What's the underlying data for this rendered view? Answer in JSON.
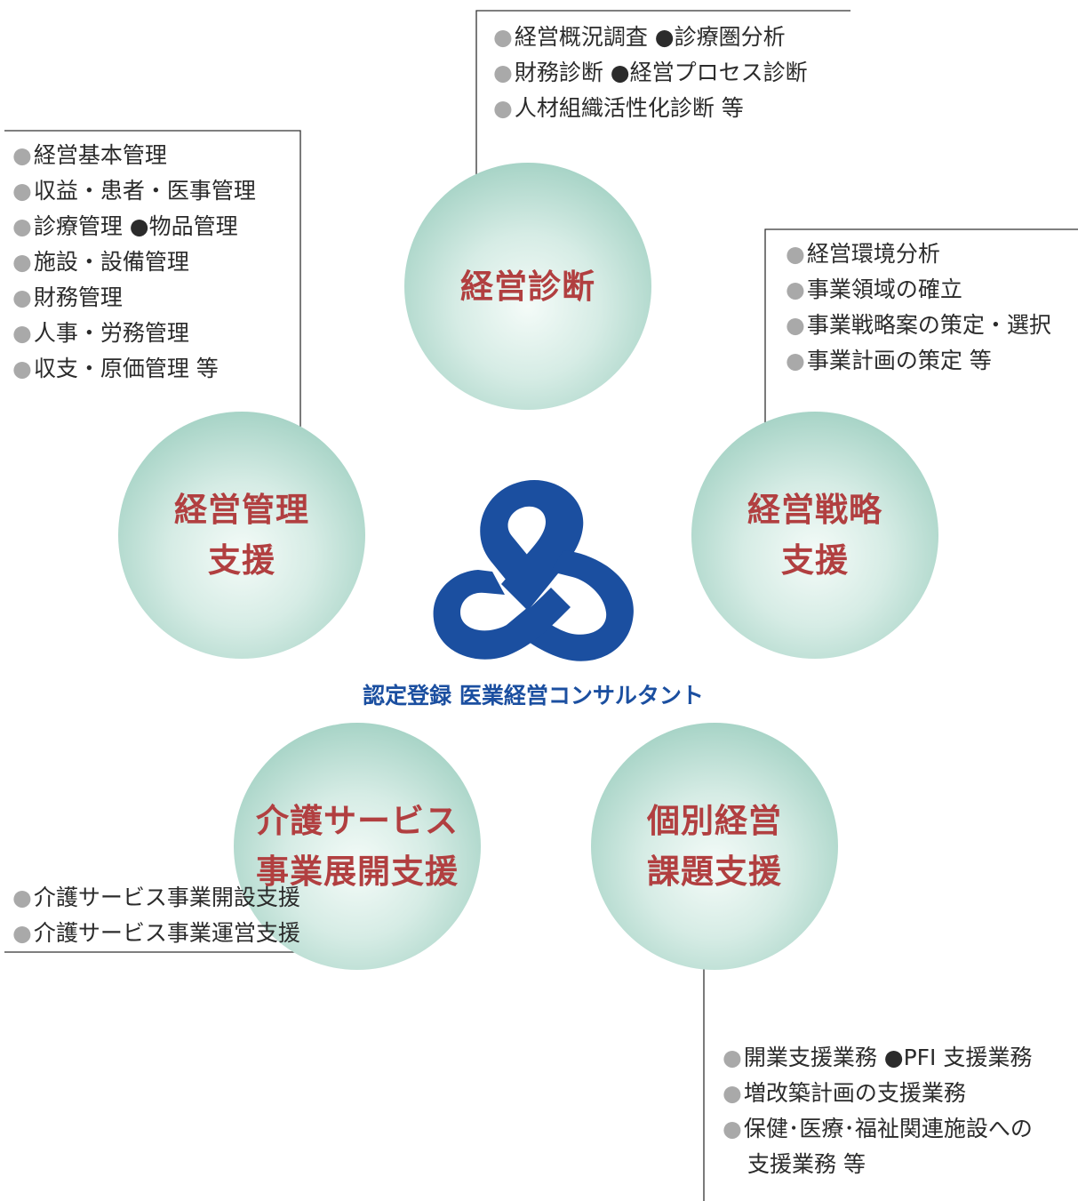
{
  "colors": {
    "accent": "#b13f40",
    "brand_blue": "#1b4fa0",
    "circle": "#a8d4c7",
    "bullet": "#a9a9a9"
  },
  "center": {
    "logo_icon": "ribbon-logo-icon",
    "caption": "認定登録 医業経営コンサルタント"
  },
  "bullet": "●",
  "nodes": {
    "diagnosis": {
      "label": "経営診断",
      "items": [
        "経営概況調査 ●診療圏分析",
        "財務診断 ●経営プロセス診断",
        "人材組織活性化診断 等"
      ]
    },
    "management": {
      "label": "経営管理\n支援",
      "items": [
        "経営基本管理",
        "収益・患者・医事管理",
        "診療管理 ●物品管理",
        "施設・設備管理",
        "財務管理",
        "人事・労務管理",
        "収支・原価管理 等"
      ]
    },
    "strategy": {
      "label": "経営戦略\n支援",
      "items": [
        "経営環境分析",
        "事業領域の確立",
        "事業戦略案の策定・選択",
        "事業計画の策定 等"
      ]
    },
    "care": {
      "label": "介護サービス\n事業展開支援",
      "items": [
        "介護サービス事業開設支援",
        "介護サービス事業運営支援"
      ]
    },
    "individual": {
      "label": "個別経営\n課題支援",
      "items": [
        "開業支援業務 ●PFI 支援業務",
        "増改築計画の支援業務",
        "保健･医療･福祉関連施設への"
      ],
      "continuation": "支援業務 等"
    }
  }
}
